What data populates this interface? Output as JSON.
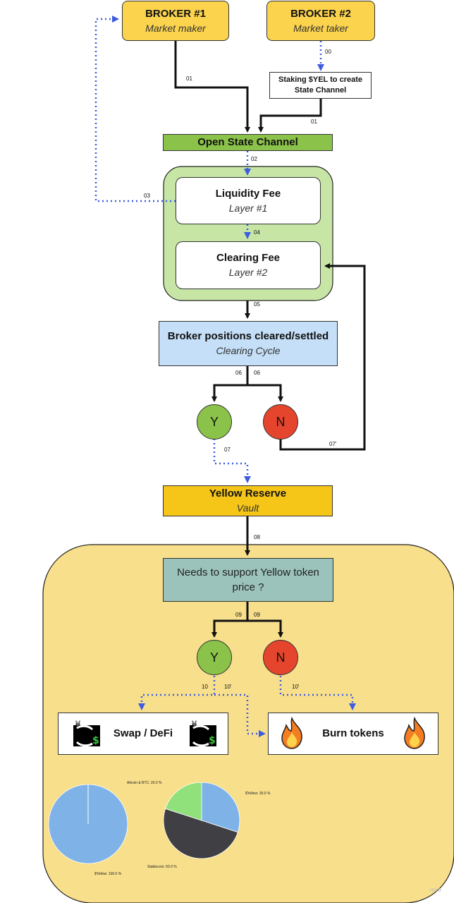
{
  "broker1": {
    "title": "BROKER #1",
    "subtitle": "Market maker"
  },
  "broker2": {
    "title": "BROKER #2",
    "subtitle": "Market taker"
  },
  "staking": {
    "text": "Staking $YEL to create State Channel"
  },
  "open_state_channel": {
    "text": "Open State Channel"
  },
  "liquidity_fee": {
    "title": "Liquidity Fee",
    "subtitle": "Layer #1"
  },
  "clearing_fee": {
    "title": "Clearing Fee",
    "subtitle": "Layer #2"
  },
  "broker_positions": {
    "title": "Broker positions cleared/settled",
    "subtitle": "Clearing Cycle"
  },
  "decision1": {
    "yes": "Y",
    "no": "N"
  },
  "yellow_reserve": {
    "title": "Yellow Reserve",
    "subtitle": "Vault"
  },
  "support_question": {
    "text": "Needs to support Yellow token price ?"
  },
  "decision2": {
    "yes": "Y",
    "no": "N"
  },
  "swap": {
    "text": "Swap / DeFi"
  },
  "burn": {
    "text": "Burn tokens"
  },
  "step_labels": {
    "s00": "00",
    "s01a": "01",
    "s01b": "01",
    "s02": "02",
    "s03": "03",
    "s04": "04",
    "s05": "05",
    "s06a": "06",
    "s06b": "06",
    "s07": "07",
    "s07p": "07'",
    "s08": "08",
    "s09a": "09",
    "s09b": "09",
    "s10": "10",
    "s10pa": "10'",
    "s10pb": "10'"
  },
  "pie_left": {
    "slices": [
      {
        "label": "$Yellow: 100.0 %",
        "value": 100,
        "color": "#7fb3e8"
      }
    ]
  },
  "pie_right": {
    "slices": [
      {
        "label": "$Yellow: 30.0 %",
        "value": 30,
        "color": "#7fb3e8"
      },
      {
        "label": "Stablecoin: 50.0 %",
        "value": 50,
        "color": "#3f3f44"
      },
      {
        "label": "Altcoin & BTC: 20.0 %",
        "value": 20,
        "color": "#90e07c"
      }
    ]
  },
  "watermark": "miro",
  "colors": {
    "broker": "#fbd34d",
    "open_channel": "#8bc34a",
    "fee_container": "#c7e6a5",
    "positions": "#c4dff7",
    "yes": "#8bc34a",
    "no": "#e6452d",
    "reserve": "#f5c518",
    "question": "#9cc3bb",
    "bottom_area": "#f8df8c",
    "dotted": "#3d5ce0"
  }
}
